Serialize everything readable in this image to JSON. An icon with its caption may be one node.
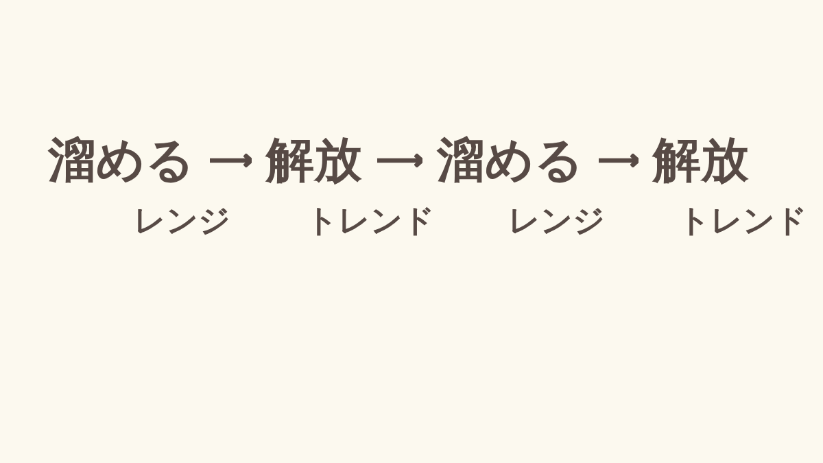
{
  "diagram": {
    "nodes": [
      {
        "text": [
          "溜める"
        ],
        "beside": [
          "レンジ"
        ]
      },
      {
        "text": [
          "解放"
        ],
        "beside": [
          "トレンド"
        ]
      },
      {
        "text": [
          "溜める"
        ],
        "beside": [
          "レンジ"
        ]
      },
      {
        "text": [
          "解放"
        ],
        "beside": [
          "トレンド"
        ]
      }
    ],
    "edges": [
      {
        "from": 0,
        "to": 1,
        "arrow": "to"
      },
      {
        "from": 1,
        "to": 2,
        "arrow": "to"
      },
      {
        "from": 2,
        "to": 3,
        "arrow": "to"
      }
    ]
  }
}
